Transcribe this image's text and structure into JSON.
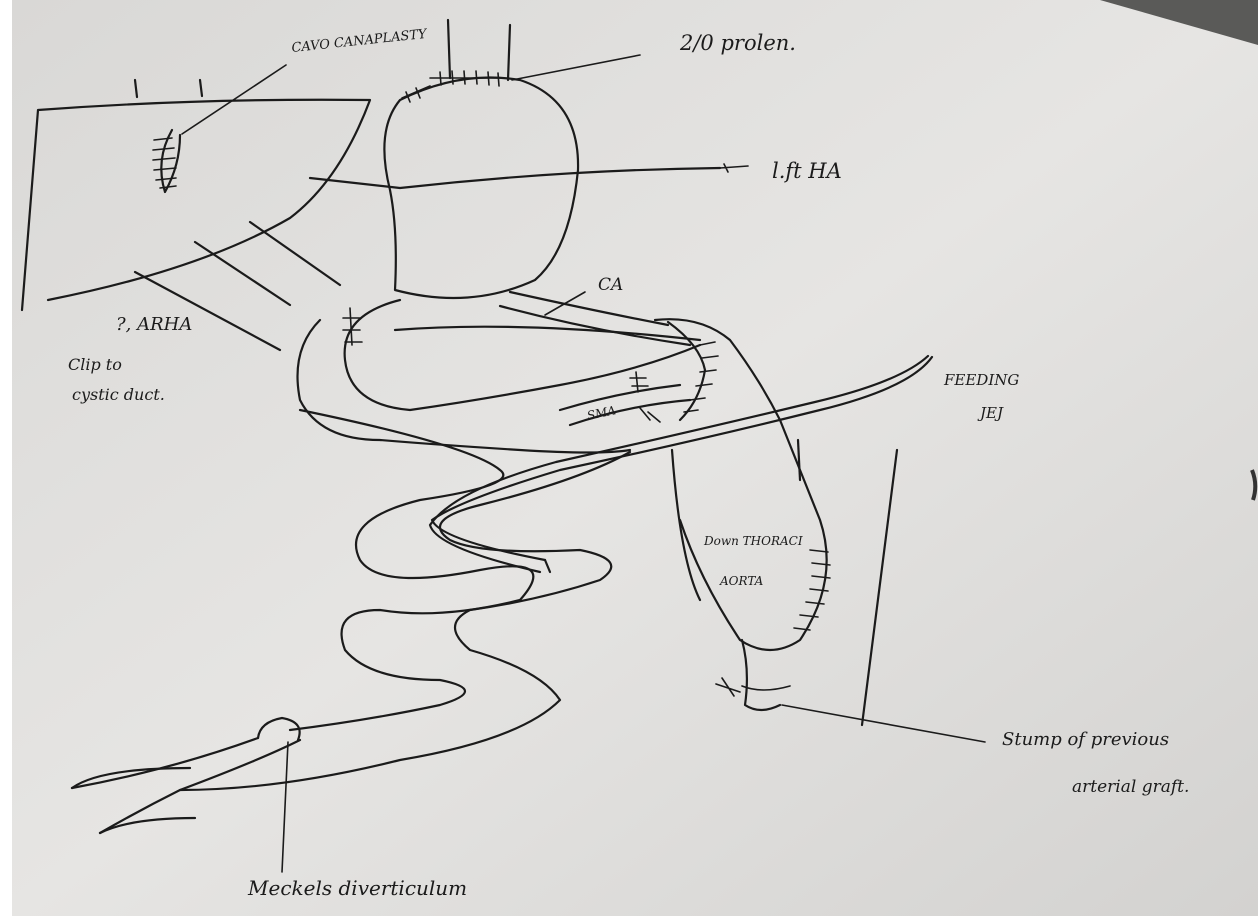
{
  "labels": {
    "cavo_canaplasty": "CAVO CANAPLASTY",
    "proline": "2/0 prolen.",
    "left_ha": "l.ft HA",
    "ca": "CA",
    "arha": "?, ARHA",
    "clip_1": "Clip to",
    "clip_2": "cystic duct.",
    "feeding_1": "FEEDING",
    "feeding_2": "JEJ",
    "sma": "SMA",
    "aorta_1": "Down THORACI",
    "aorta_2": "AORTA",
    "stump_1": "Stump of previous",
    "stump_2": "arterial graft.",
    "meckels": "Meckels diverticulum"
  }
}
